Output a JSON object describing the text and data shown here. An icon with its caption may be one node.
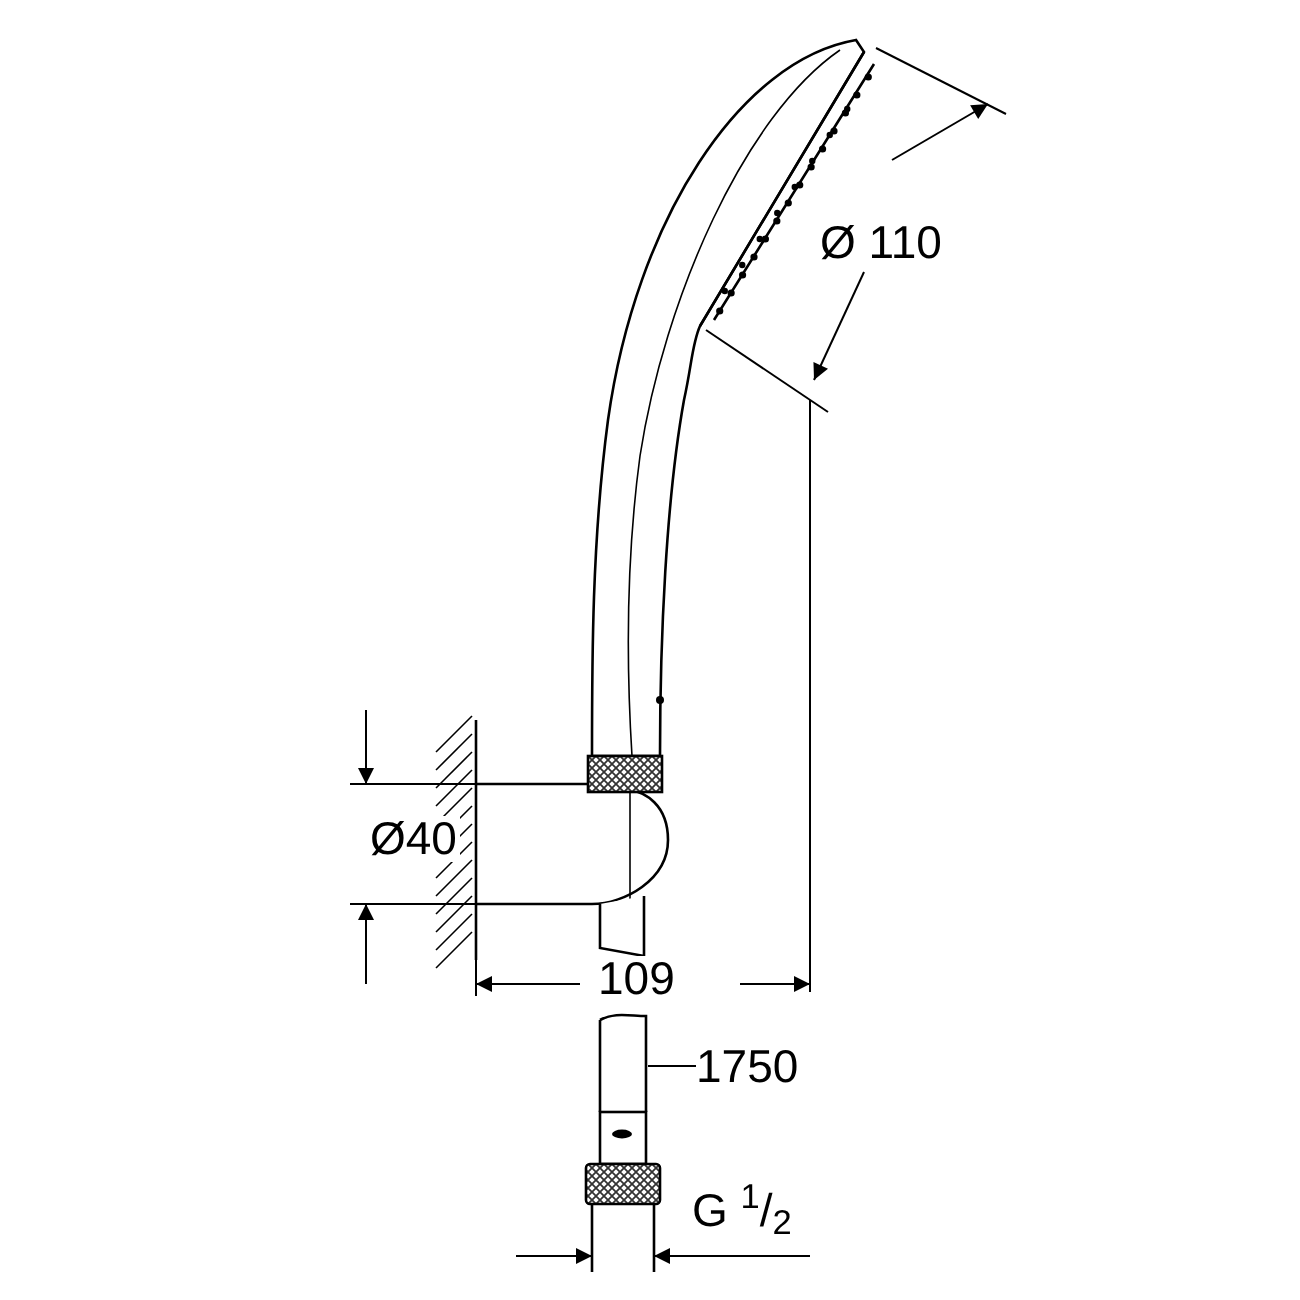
{
  "diagram": {
    "nodes": [
      {
        "text": [
          "1750"
        ]
      },
      {
        "text": [],
        "shape": "picture"
      }
    ],
    "edges": [
      {
        "from": 0,
        "to": 1,
        "arrow": "none"
      }
    ],
    "labels": [
      "Ø 110",
      "Ø40",
      "109",
      "G $^{1}$/$_{2}$"
    ]
  }
}
